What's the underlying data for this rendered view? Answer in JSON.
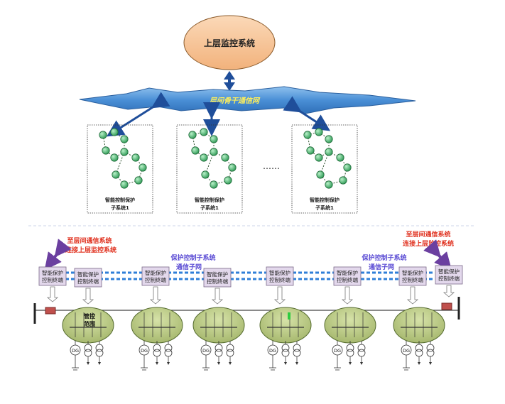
{
  "top": {
    "supervisory_system": "上层监控系统",
    "backbone_network": "层间骨干通信网",
    "subsystems": [
      {
        "line1": "智能控制保护",
        "line2": "子系统1"
      },
      {
        "line1": "智能控制保护",
        "line2": "子系统1"
      },
      {
        "line1": "智能控制保护",
        "line2": "子系统1"
      }
    ],
    "ellipsis": "……"
  },
  "bottom": {
    "link_left": {
      "line1": "至层间通信系统",
      "line2": "连接上层监控系统"
    },
    "link_right": {
      "line1": "至层间通信系统",
      "line2": "连接上层监控系统"
    },
    "subnet_label_1": {
      "line1": "保护控制子系统",
      "line2": "通信子网"
    },
    "subnet_label_2": {
      "line1": "保护控制子系统",
      "line2": "通信子网"
    },
    "terminal_line1": "智能保护",
    "terminal_line2": "控制终端",
    "control_scope": {
      "line1": "管控",
      "line2": "范围"
    },
    "dg_label": "DG"
  },
  "colors": {
    "oval_fill": "#f7c9a0",
    "backbone_fill": "#5b9bd5",
    "node_fill": "#3cb371",
    "arrow": "#1f4e9a",
    "link_text": "#e0301e",
    "subnet_text": "#5a4bd4",
    "terminal_fill": "#e3d8ec",
    "zone_fill": "#b9c98a",
    "purple_arrow": "#6b3fa0"
  }
}
